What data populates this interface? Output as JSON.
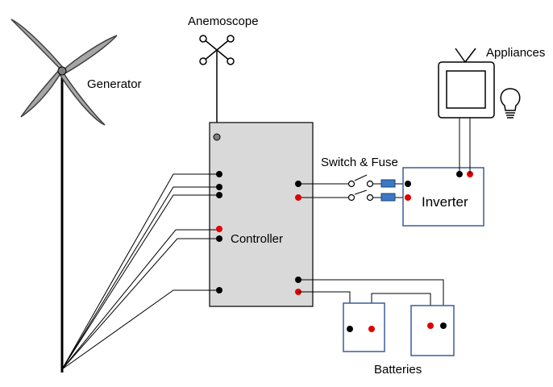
{
  "labels": {
    "generator": "Generator",
    "anemoscope": "Anemoscope",
    "appliances": "Appliances",
    "switch_fuse": "Switch & Fuse",
    "controller": "Controller",
    "inverter": "Inverter",
    "batteries": "Batteries"
  },
  "icons": {
    "turbine": "wind-turbine-icon",
    "anemoscope": "anemoscope-icon",
    "tv": "television-icon",
    "bulb": "light-bulb-icon"
  },
  "colors": {
    "terminal_negative": "#000000",
    "terminal_positive": "#e00000",
    "box_border": "#3a5d9c",
    "fuse": "#3c78c8",
    "controller_fill": "#d9d9d9",
    "blade": "#a6a6a6"
  }
}
